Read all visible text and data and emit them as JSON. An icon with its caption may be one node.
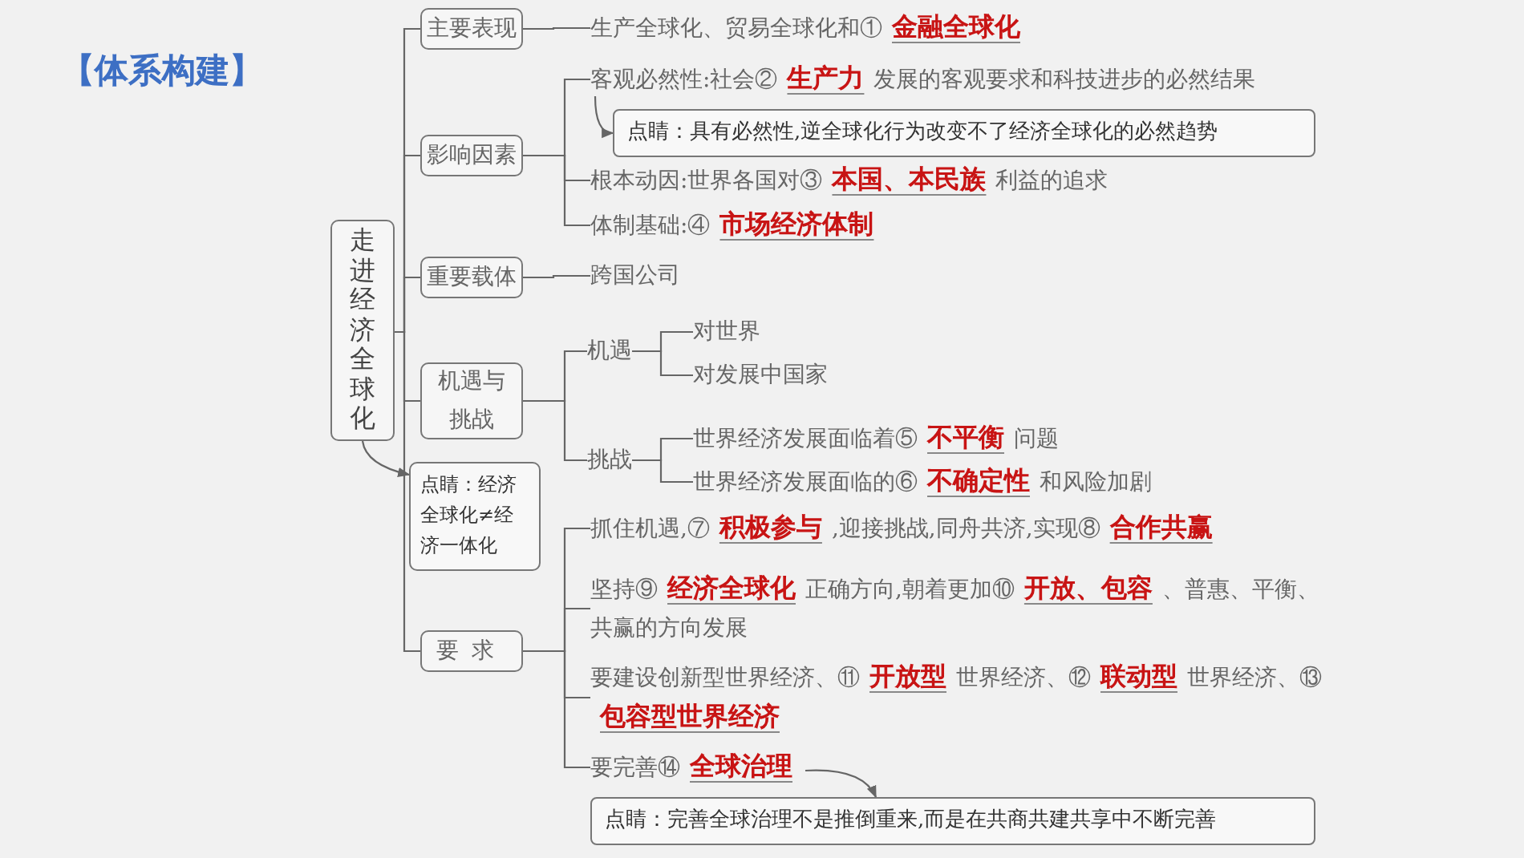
{
  "diagram": {
    "title": "【体系构建】",
    "nodes": [
      {
        "text": [
          "走进经济全球化"
        ]
      },
      {
        "text": [
          "主要表现"
        ]
      },
      {
        "text": [
          "影响因素"
        ]
      },
      {
        "text": [
          "重要载体"
        ]
      },
      {
        "text": [
          "机遇与挑战"
        ]
      },
      {
        "text": [
          "要求"
        ]
      },
      {
        "text": [
          "点睛：经济全球化≠经济一体化"
        ]
      },
      {
        "text": [
          "生产全球化、贸易全球化和①**金融全球化**"
        ]
      },
      {
        "text": [
          "客观必然性:社会②**生产力**发展的客观要求和科技进步的必然结果"
        ]
      },
      {
        "text": [
          "点睛：具有必然性,逆全球化行为改变不了经济全球化的必然趋势"
        ]
      },
      {
        "text": [
          "根本动因:世界各国对③**本国、本民族**利益的追求"
        ]
      },
      {
        "text": [
          "体制基础:④**市场经济体制**"
        ]
      },
      {
        "text": [
          "跨国公司"
        ]
      },
      {
        "text": [
          "机遇"
        ]
      },
      {
        "text": [
          "挑战"
        ]
      },
      {
        "text": [
          "对世界"
        ]
      },
      {
        "text": [
          "对发展中国家"
        ]
      },
      {
        "text": [
          "世界经济发展面临着⑤**不平衡**问题"
        ]
      },
      {
        "text": [
          "世界经济发展面临的⑥**不确定性**和风险加剧"
        ]
      },
      {
        "text": [
          "抓住机遇,⑦**积极参与**,迎接挑战,同舟共济,实现⑧**合作共赢**"
        ]
      },
      {
        "text": [
          "坚持⑨**经济全球化**正确方向,朝着更加⑩**开放、包容**、普惠、平衡、共赢的方向发展"
        ]
      },
      {
        "text": [
          "要建设创新型世界经济、⑪**开放型**世界经济、⑫**联动型**世界经济、⑬**包容型世界经济**"
        ]
      },
      {
        "text": [
          "要完善⑭**全球治理**"
        ]
      },
      {
        "text": [
          "点睛：完善全球治理不是推倒重来,而是在共商共建共享中不断完善"
        ]
      }
    ],
    "edges": [
      {
        "from": 0,
        "to": 1,
        "arrow": "none"
      },
      {
        "from": 0,
        "to": 2,
        "arrow": "none"
      },
      {
        "from": 0,
        "to": 3,
        "arrow": "none"
      },
      {
        "from": 0,
        "to": 4,
        "arrow": "none"
      },
      {
        "from": 0,
        "to": 5,
        "arrow": "none"
      },
      {
        "from": 0,
        "to": 6,
        "arrow": "to"
      },
      {
        "from": 1,
        "to": 7,
        "arrow": "none"
      },
      {
        "from": 2,
        "to": 8,
        "arrow": "none"
      },
      {
        "from": 8,
        "to": 9,
        "arrow": "to"
      },
      {
        "from": 2,
        "to": 10,
        "arrow": "none"
      },
      {
        "from": 2,
        "to": 11,
        "arrow": "none"
      },
      {
        "from": 3,
        "to": 12,
        "arrow": "none"
      },
      {
        "from": 4,
        "to": 13,
        "arrow": "none"
      },
      {
        "from": 4,
        "to": 14,
        "arrow": "none"
      },
      {
        "from": 13,
        "to": 15,
        "arrow": "none"
      },
      {
        "from": 13,
        "to": 16,
        "arrow": "none"
      },
      {
        "from": 14,
        "to": 17,
        "arrow": "none"
      },
      {
        "from": 14,
        "to": 18,
        "arrow": "none"
      },
      {
        "from": 5,
        "to": 19,
        "arrow": "none"
      },
      {
        "from": 5,
        "to": 20,
        "arrow": "none"
      },
      {
        "from": 5,
        "to": 21,
        "arrow": "none"
      },
      {
        "from": 5,
        "to": 22,
        "arrow": "none"
      },
      {
        "from": 22,
        "to": 23,
        "arrow": "to"
      }
    ]
  }
}
